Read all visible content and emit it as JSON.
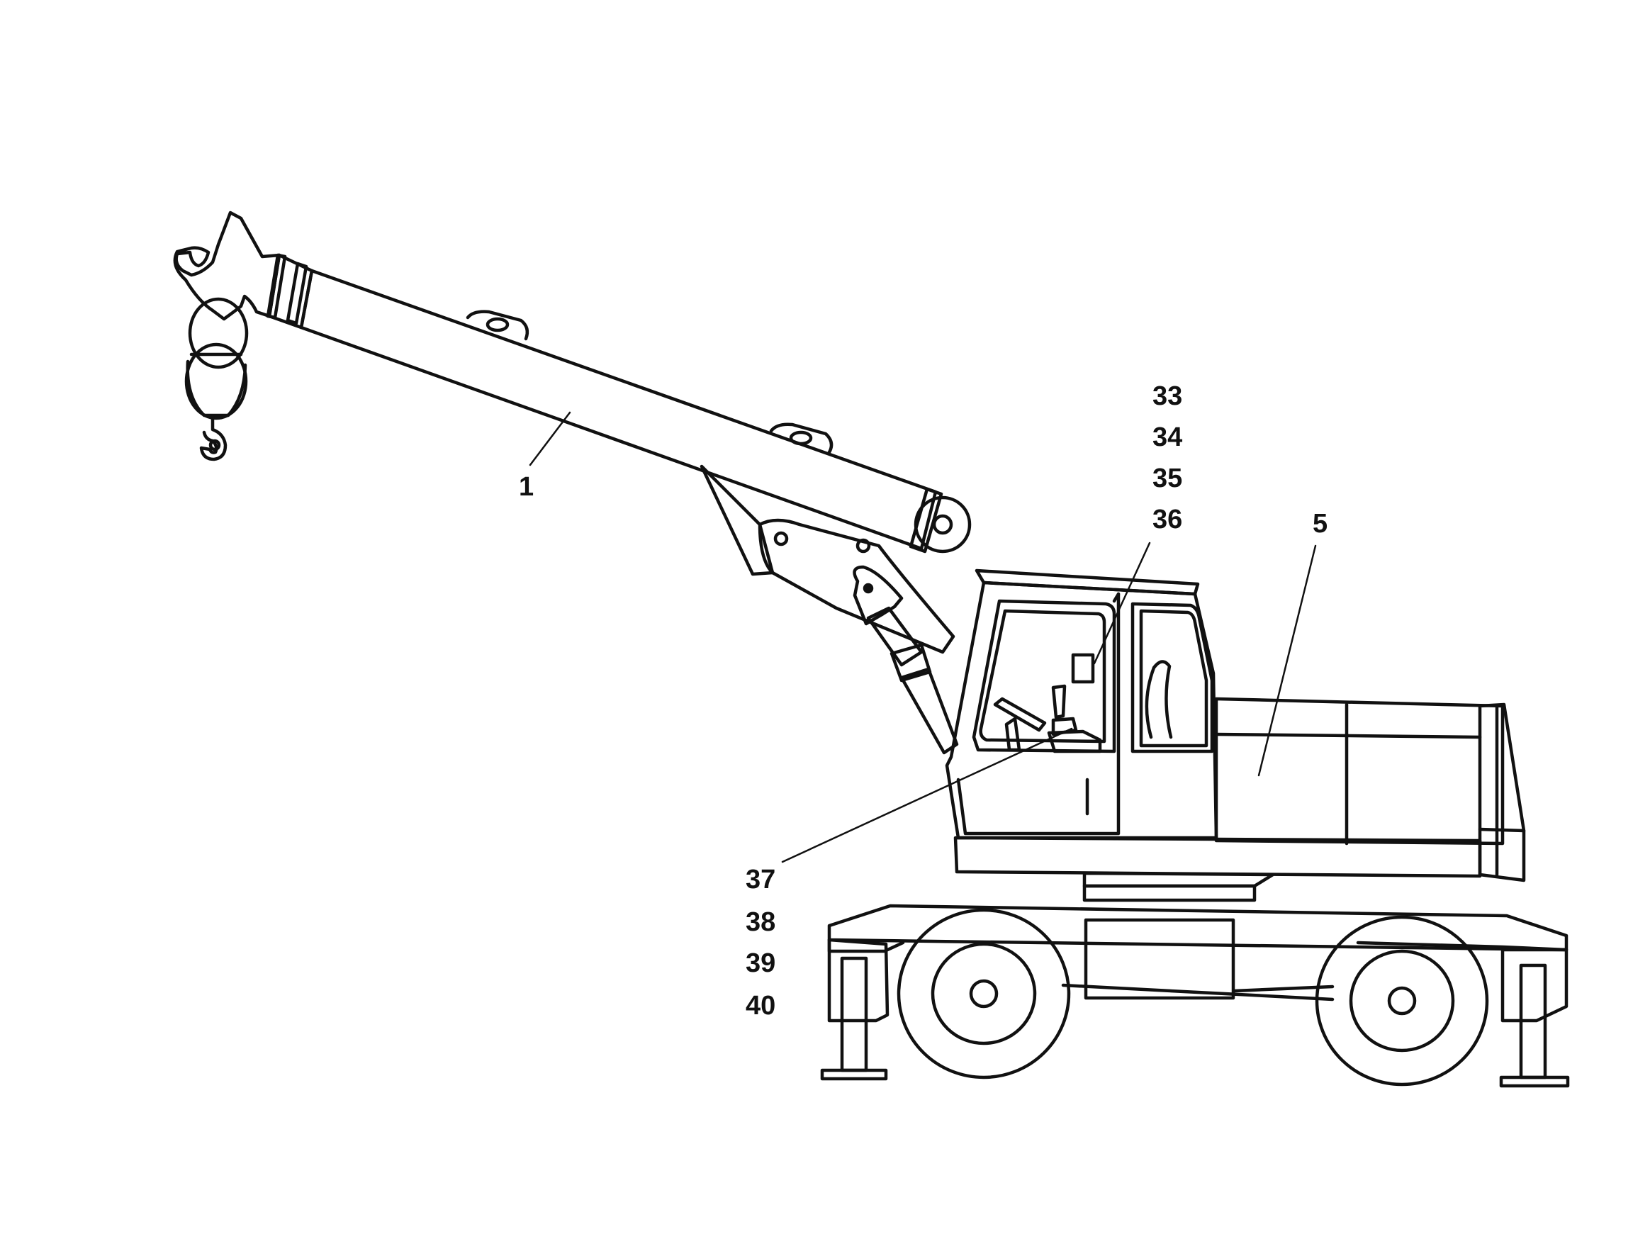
{
  "diagram": {
    "callouts": {
      "boom": "1",
      "superstructure": "5",
      "cab_group_a": [
        "33",
        "34",
        "35",
        "36"
      ],
      "cab_group_b": [
        "37",
        "38",
        "39",
        "40"
      ]
    },
    "colors": {
      "line": "#111111",
      "background": "#ffffff"
    }
  }
}
